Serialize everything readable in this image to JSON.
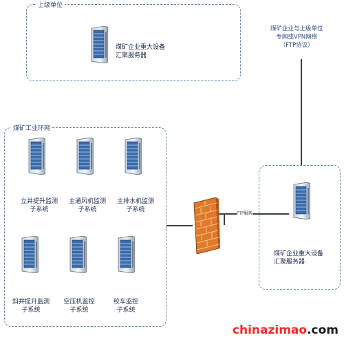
{
  "top_zone": {
    "label": "上级单位"
  },
  "top_server": {
    "line1": "煤矿企业重大设备",
    "line2": "汇聚服务器"
  },
  "network_note": {
    "line1": "煤矿企业与上级单位",
    "line2": "专网或VPN网络",
    "line3": "（FTP协议）"
  },
  "mine_zone": {
    "label": "煤矿工业环网"
  },
  "subsystems": [
    {
      "line1": "立井提升监测",
      "line2": "子系统"
    },
    {
      "line1": "主通风机监测",
      "line2": "子系统"
    },
    {
      "line1": "主排水机监测",
      "line2": "子系统"
    },
    {
      "line1": "斜井提升监测",
      "line2": "子系统"
    },
    {
      "line1": "空压机监控",
      "line2": "子系统"
    },
    {
      "line1": "绞车监控",
      "line2": "子系统"
    }
  ],
  "firewall": {
    "label": "FTP服务"
  },
  "right_server": {
    "line1": "煤矿企业重大设备",
    "line2": "汇聚服务器"
  },
  "watermark": {
    "part1": "chinazimao",
    "part2": ".com"
  },
  "colors": {
    "zone_border": "#5b86b5",
    "firewall": "#e07a2a",
    "watermark_red": "#ef2b2b"
  }
}
